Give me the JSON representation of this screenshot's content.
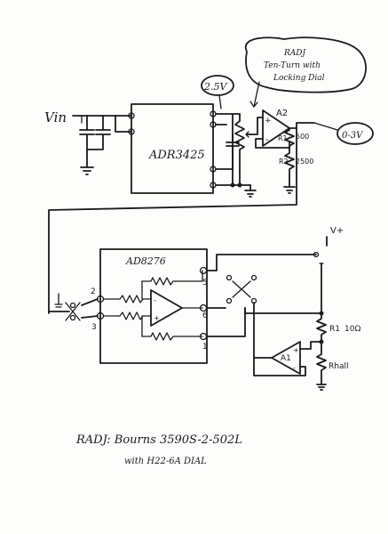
{
  "top": {
    "input_label": "Vin",
    "ref_chip_label": "ADR3425",
    "ref_voltage_bubble": "2.5V",
    "note_bubble_line1": "RADJ",
    "note_bubble_line2": "Ten-Turn with",
    "note_bubble_line3": "Locking Dial",
    "amp_a2_label": "A2",
    "amp_plus": "+",
    "amp_minus": "-",
    "r1_label": "R1",
    "r1_value": "500",
    "r2_label": "R2",
    "r2_value": "2500",
    "out_range_bubble": "0-3V"
  },
  "bottom": {
    "ina_label": "AD8276",
    "pin_2": "2",
    "pin_3": "3",
    "pin_5": "5",
    "pin_6": "6",
    "pin_1": "1",
    "supply_label": "V+",
    "r1_label": "R1",
    "r1_value": "10Ω",
    "amp_a1_label": "A1",
    "rhall_label": "Rhall"
  },
  "footnote": {
    "line1": "RADJ: Bourns 3590S-2-502L",
    "line2": "with H22-6A DIAL"
  }
}
